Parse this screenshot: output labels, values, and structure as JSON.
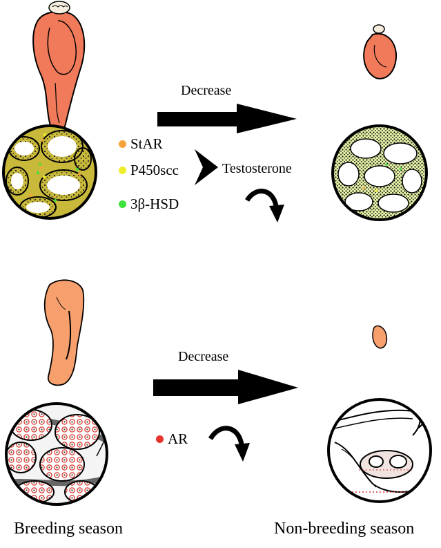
{
  "top_panel": {
    "arrow_label": "Decrease",
    "comparison_label": "Testosterone",
    "legend": [
      {
        "label": "StAR",
        "color": "#f5a33a"
      },
      {
        "label": "P450scc",
        "color": "#f0ee2a"
      },
      {
        "label": "3β-HSD",
        "color": "#3ee23c"
      }
    ]
  },
  "bottom_panel": {
    "arrow_label": "Decrease",
    "legend": [
      {
        "label": "AR",
        "color": "#e8352c"
      }
    ]
  },
  "footer": {
    "left_label": "Breeding season",
    "right_label": "Non-breeding season"
  },
  "colors": {
    "testis_fill": "#f07a5a",
    "epididymis_fill": "#f7a06d",
    "outline": "#000000"
  }
}
